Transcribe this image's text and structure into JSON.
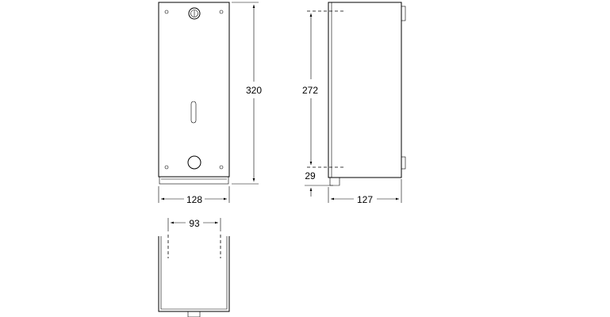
{
  "dimensions": {
    "front_width": "128",
    "front_height": "320",
    "side_upper": "272",
    "side_lower": "29",
    "side_depth": "127",
    "bottom_spacing": "93"
  }
}
